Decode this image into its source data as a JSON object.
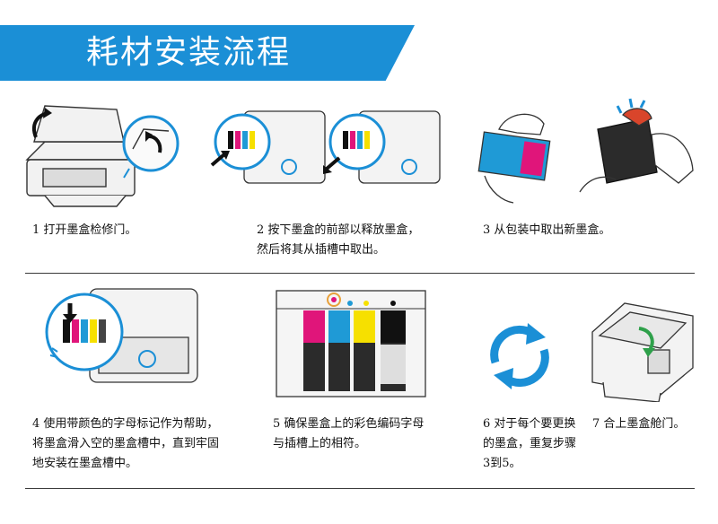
{
  "header": {
    "title": "耗材安装流程"
  },
  "steps": [
    {
      "text": "1 打开墨盒检修门。"
    },
    {
      "text": "2 按下墨盒的前部以释放墨盒，\n然后将其从插槽中取出。"
    },
    {
      "text": "3 从包装中取出新墨盒。"
    },
    {
      "text": "4 使用带颜色的字母标记作为帮助，\n将墨盒滑入空的墨盒槽中，直到牢固\n地安装在墨盒槽中。"
    },
    {
      "text": "5 确保墨盒上的彩色编码字母\n与插槽上的相符。"
    },
    {
      "text": "6 对于每个要更换\n的墨盒，重复步骤\n3到5。"
    },
    {
      "text": "7 合上墨盒舱门。"
    }
  ],
  "colors": {
    "banner": "#1b8fd6",
    "cyan": "#1f9ad6",
    "magenta": "#e0157a",
    "yellow": "#f6e000",
    "black": "#111111",
    "accent_red": "#d9452b"
  },
  "icons": [
    "printer-open-door-icon",
    "ink-release-icon",
    "ink-unpack-icon",
    "ink-insert-icon",
    "ink-slots-icon",
    "repeat-cycle-icon",
    "printer-close-door-icon"
  ]
}
